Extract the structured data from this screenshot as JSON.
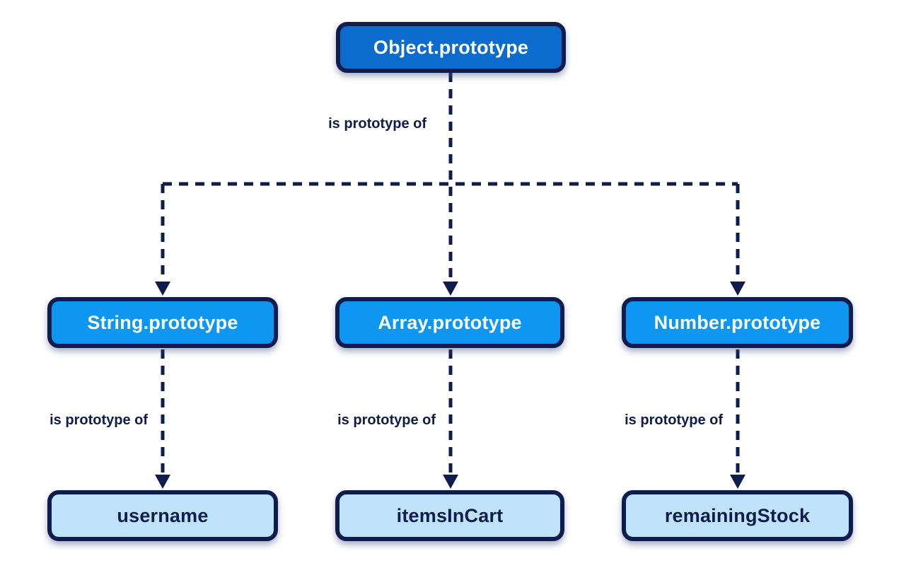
{
  "diagram": {
    "type": "prototype-chain-tree",
    "nodes": {
      "root": {
        "label": "Object.prototype"
      },
      "string_prototype": {
        "label": "String.prototype"
      },
      "array_prototype": {
        "label": "Array.prototype"
      },
      "number_prototype": {
        "label": "Number.prototype"
      },
      "username": {
        "label": "username"
      },
      "items_in_cart": {
        "label": "itemsInCart"
      },
      "remaining_stock": {
        "label": "remainingStock"
      }
    },
    "edge_labels": {
      "root_to_children": "is prototype of",
      "string_to_username": "is prototype of",
      "array_to_items_in_cart": "is prototype of",
      "number_to_remaining_stock": "is prototype of"
    },
    "colors": {
      "root_fill": "#0B6CCE",
      "level2_fill": "#0D96F2",
      "level3_fill": "#BEE3FB",
      "border": "#0E1C4E",
      "connector": "#0E1C4E",
      "text_on_blue": "#FFFFFF",
      "text_dark": "#0E1C4E",
      "background": "#FFFFFF"
    }
  }
}
